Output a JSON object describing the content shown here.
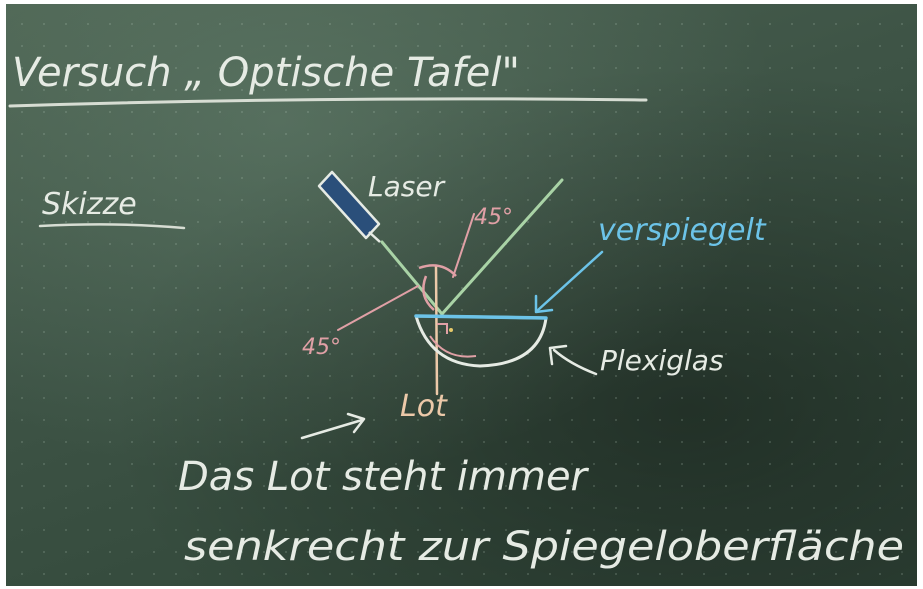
{
  "board": {
    "title": "Versuch „ Optische Tafel\"",
    "heading": "Skizze",
    "labels": {
      "laser": "Laser",
      "angle_top": "45°",
      "angle_left": "45°",
      "mirrored": "verspiegelt",
      "plexiglass": "Plexiglas",
      "normal": "Lot"
    },
    "statement_line1": "Das Lot steht immer",
    "statement_line2": "senkrecht zur Spiegeloberfläche"
  },
  "colors": {
    "board": "#3e5446",
    "chalk_white": "#e6ebe4",
    "chalk_pink": "#e0a0a6",
    "chalk_blue": "#6cc3e8",
    "chalk_orange": "#e8c2a2",
    "beam_green": "#a9d3a6"
  }
}
